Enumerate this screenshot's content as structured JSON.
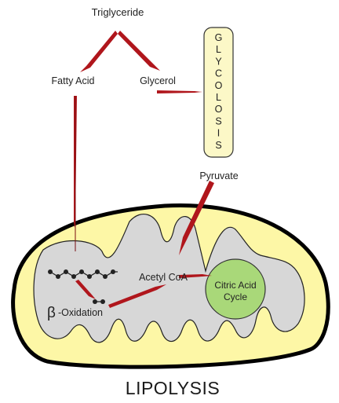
{
  "labels": {
    "triglyceride": "Triglyceride",
    "fatty_acid": "Fatty Acid",
    "glycerol": "Glycerol",
    "glycolysis_letters": [
      "G",
      "L",
      "Y",
      "C",
      "O",
      "L",
      "O",
      "S",
      "I",
      "S"
    ],
    "pyruvate": "Pyruvate",
    "acetyl_coa": "Acetyl CoA",
    "citric_acid_line1": "Citric Acid",
    "citric_acid_line2": "Cycle",
    "beta_symbol": "β",
    "beta_oxidation": "-Oxidation",
    "title": "LIPOLYSIS"
  },
  "colors": {
    "arrow": "#b0161c",
    "mitochondrion_fill": "#fdf7a6",
    "matrix_fill": "#d7d7d7",
    "citric_fill": "#a9d879",
    "glycolysis_box_fill": "#fcf8c7",
    "outline": "#000000"
  }
}
